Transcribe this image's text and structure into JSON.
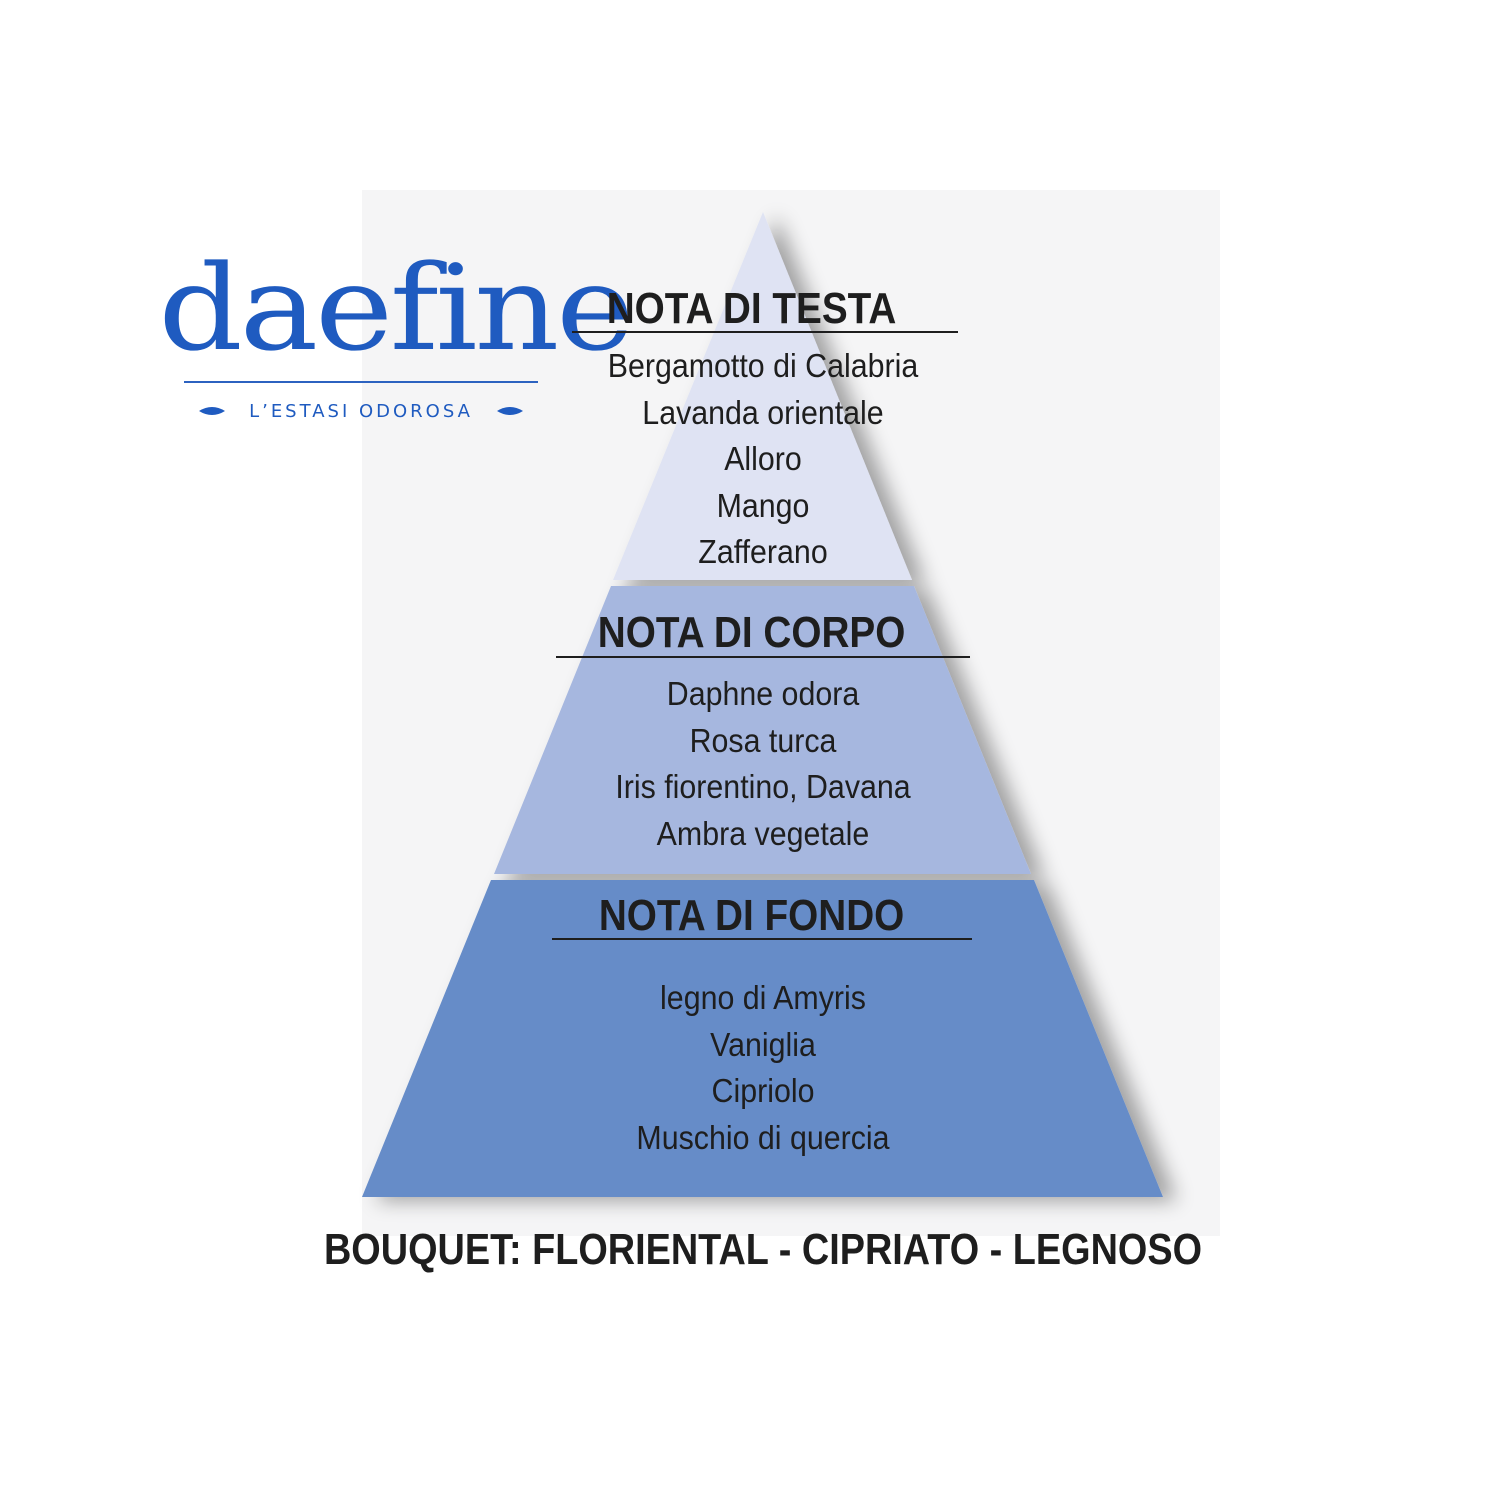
{
  "brand": {
    "logo_text": "daefine",
    "tagline": "L’ESTASI ODOROSA",
    "color": "#1f5bc0"
  },
  "tiers": [
    {
      "heading": "NOTA DI TESTA",
      "color": "#dfe3f3",
      "notes": [
        "Bergamotto di Calabria",
        "Lavanda orientale",
        "Alloro",
        "Mango",
        "Zafferano"
      ]
    },
    {
      "heading": "NOTA DI CORPO",
      "color": "#a6b7df",
      "notes": [
        "Daphne odora",
        "Rosa turca",
        "Iris fiorentino, Davana",
        "Ambra vegetale"
      ]
    },
    {
      "heading": "NOTA DI FONDO",
      "color": "#668cc8",
      "notes": [
        "legno di Amyris",
        "Vaniglia",
        "Cipriolo",
        "Muschio di quercia"
      ]
    }
  ],
  "bouquet": "BOUQUET: FLORIENTAL - CIPRIATO - LEGNOSO"
}
